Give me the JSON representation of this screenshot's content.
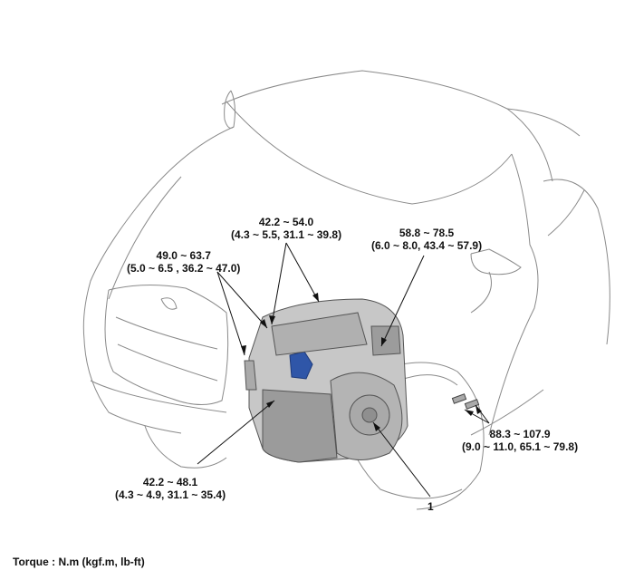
{
  "torques": {
    "top_center": {
      "value": "42.2 ~ 54.0",
      "alt": "(4.3 ~ 5.5, 31.1 ~ 39.8)"
    },
    "top_right": {
      "value": "58.8 ~ 78.5",
      "alt": "(6.0 ~ 8.0, 43.4 ~ 57.9)"
    },
    "left": {
      "value": "49.0 ~ 63.7",
      "alt": "(5.0 ~ 6.5 , 36.2 ~ 47.0)"
    },
    "right": {
      "value": "88.3 ~ 107.9",
      "alt": "(9.0 ~ 11.0, 65.1 ~ 79.8)"
    },
    "bottom_left": {
      "value": "42.2 ~ 48.1",
      "alt": "(4.3 ~ 4.9, 31.1 ~ 35.4)"
    }
  },
  "callout_number": "1",
  "footer": "Torque : N.m (kgf.m, lb-ft)"
}
